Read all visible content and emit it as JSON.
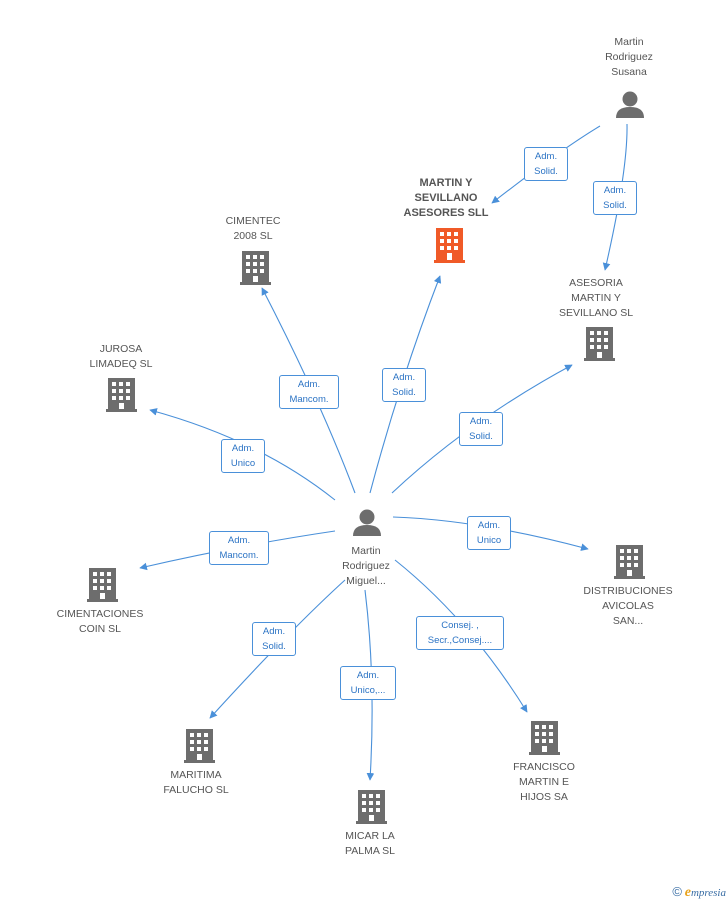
{
  "colors": {
    "edge": "#4a90d9",
    "building": "#6d6d6d",
    "focus_building": "#f05a28",
    "person": "#6d6d6d"
  },
  "nodes": {
    "martin_rodriguez_susana": {
      "label": "Martin\nRodriguez\nSusana",
      "icon": "person-icon"
    },
    "martin_y_sevillano": {
      "label": "MARTIN Y\nSEVILLANO\nASESORES SLL",
      "icon": "building-icon",
      "focus": true
    },
    "cimentec": {
      "label": "CIMENTEC\n2008 SL",
      "icon": "building-icon"
    },
    "asesoria": {
      "label": "ASESORIA\nMARTIN Y\nSEVILLANO SL",
      "icon": "building-icon"
    },
    "jurosa": {
      "label": "JUROSA\nLIMADEQ SL",
      "icon": "building-icon"
    },
    "martin_rodriguez_miguel": {
      "label": "Martin\nRodriguez\nMiguel...",
      "icon": "person-icon"
    },
    "distribuciones": {
      "label": "DISTRIBUCIONES\nAVICOLAS\nSAN...",
      "icon": "building-icon"
    },
    "cimentaciones": {
      "label": "CIMENTACIONES\nCOIN SL",
      "icon": "building-icon"
    },
    "maritima": {
      "label": "MARITIMA\nFALUCHO SL",
      "icon": "building-icon"
    },
    "micar": {
      "label": "MICAR LA\nPALMA SL",
      "icon": "building-icon"
    },
    "francisco": {
      "label": "FRANCISCO\nMARTIN E\nHIJOS SA",
      "icon": "building-icon"
    }
  },
  "edges": {
    "susana_to_focus": "Adm.\nSolid.",
    "susana_to_asesoria": "Adm.\nSolid.",
    "miguel_to_cimentec": "Adm.\nMancom.",
    "miguel_to_focus": "Adm.\nSolid.",
    "miguel_to_asesoria": "Adm.\nSolid.",
    "miguel_to_jurosa": "Adm.\nUnico",
    "miguel_to_distribuciones": "Adm.\nUnico",
    "miguel_to_cimentaciones": "Adm.\nMancom.",
    "miguel_to_maritima": "Adm.\nSolid.",
    "miguel_to_micar": "Adm.\nUnico,...",
    "miguel_to_francisco": "Consej. ,\nSecr.,Consej...."
  },
  "footer": {
    "copyright": "©",
    "brand_initial": "e",
    "brand_rest": "mpresia"
  }
}
